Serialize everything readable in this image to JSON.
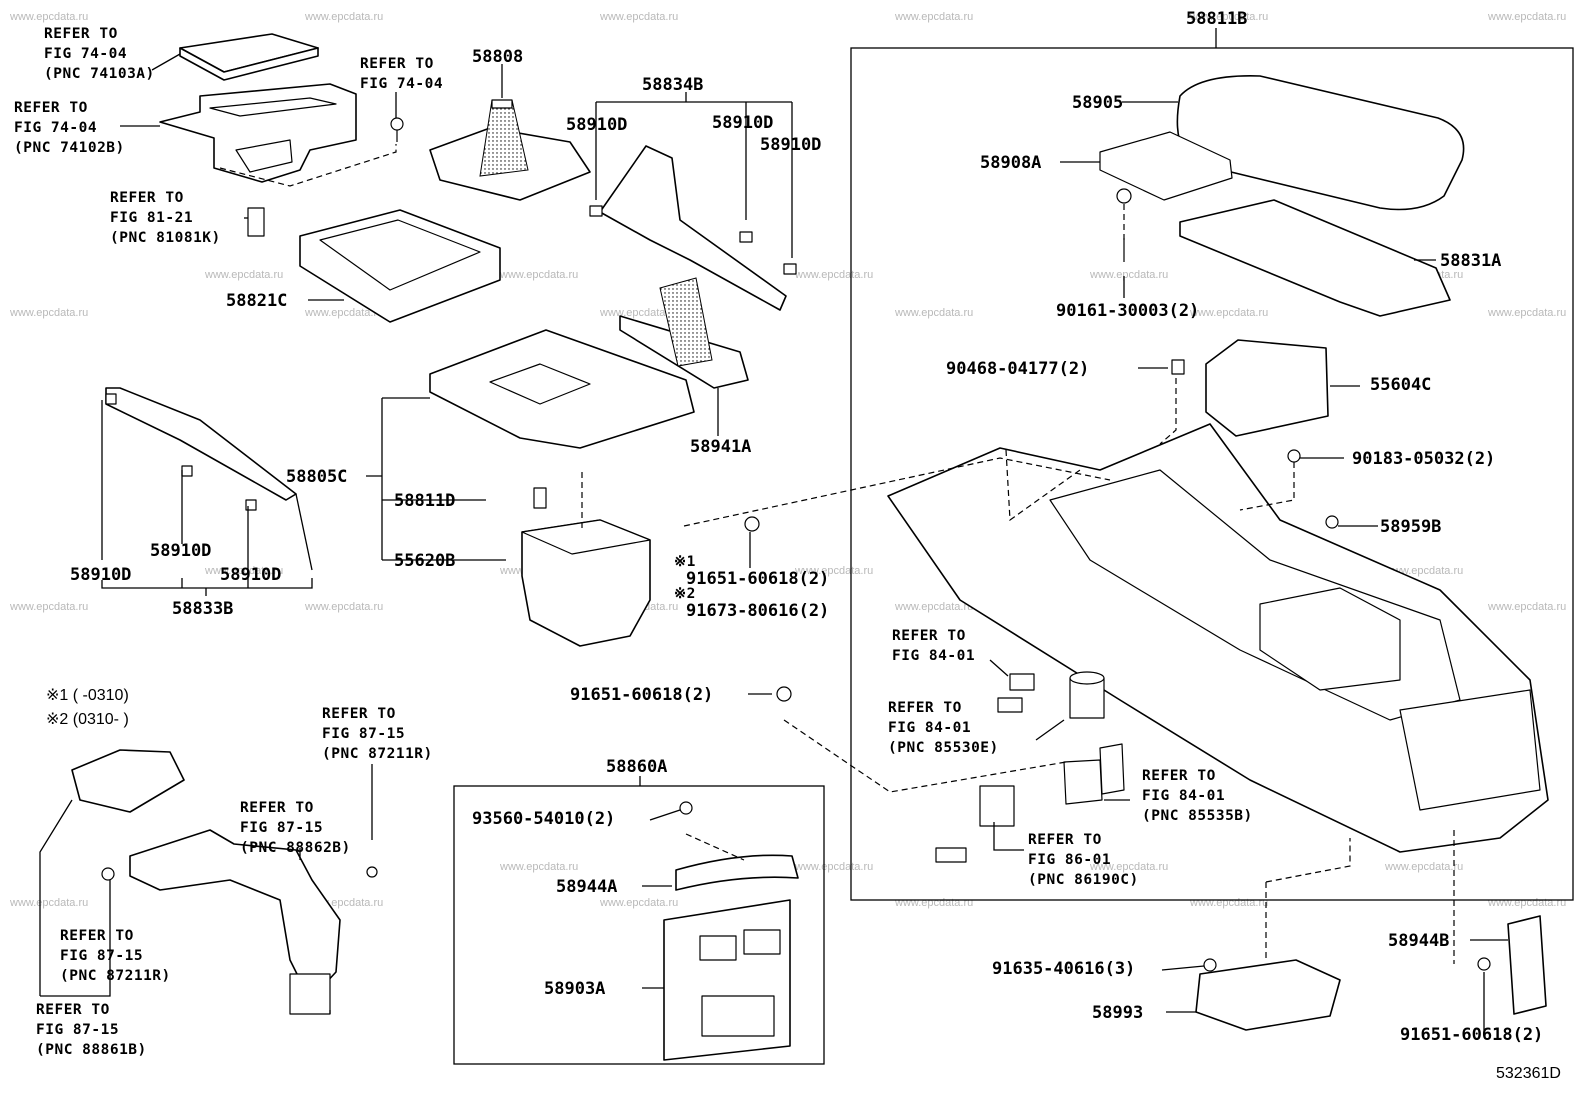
{
  "figure_code": "532361D",
  "watermark": "www.epcdata.ru",
  "legend": {
    "n1": "※1 (      -0310)",
    "n2": "※2 (0310-      )"
  },
  "marks": {
    "m1": "※1",
    "m2": "※2"
  },
  "parts": {
    "p58811B": "58811B",
    "p58808": "58808",
    "p58834B": "58834B",
    "p58910D_a": "58910D",
    "p58910D_b": "58910D",
    "p58910D_c": "58910D",
    "p58905": "58905",
    "p58908A": "58908A",
    "p58831A": "58831A",
    "p90161": "90161-30003(2)",
    "p90468": "90468-04177(2)",
    "p55604C": "55604C",
    "p90183": "90183-05032(2)",
    "p58959B": "58959B",
    "p58821C": "58821C",
    "p58941A": "58941A",
    "p58805C": "58805C",
    "p58811D": "58811D",
    "p55620B": "55620B",
    "p91651_a": "91651-60618(2)",
    "p91673": "91673-80616(2)",
    "p58910D_d": "58910D",
    "p58910D_e": "58910D",
    "p58910D_f": "58910D",
    "p58833B": "58833B",
    "p91651_b": "91651-60618(2)",
    "p58860A": "58860A",
    "p93560": "93560-54010(2)",
    "p58944A": "58944A",
    "p58903A": "58903A",
    "p58944B": "58944B",
    "p91635": "91635-40616(3)",
    "p58993": "58993",
    "p91651_c": "91651-60618(2)"
  },
  "refs": {
    "r1": [
      "REFER TO",
      "FIG 74-04",
      "(PNC 74103A)"
    ],
    "r2": [
      "REFER TO",
      "FIG 74-04",
      "(PNC 74102B)"
    ],
    "r3": [
      "REFER TO",
      "FIG 74-04"
    ],
    "r4": [
      "REFER TO",
      "FIG 81-21",
      "(PNC 81081K)"
    ],
    "r5": [
      "REFER TO",
      "FIG 84-01"
    ],
    "r6": [
      "REFER TO",
      "FIG 84-01",
      "(PNC 85530E)"
    ],
    "r7": [
      "REFER TO",
      "FIG 84-01",
      "(PNC 85535B)"
    ],
    "r8": [
      "REFER TO",
      "FIG 86-01",
      "(PNC 86190C)"
    ],
    "r9": [
      "REFER TO",
      "FIG 87-15",
      "(PNC 87211R)"
    ],
    "r10": [
      "REFER TO",
      "FIG 87-15",
      "(PNC 88862B)"
    ],
    "r11": [
      "REFER TO",
      "FIG 87-15",
      "(PNC 87211R)"
    ],
    "r12": [
      "REFER TO",
      "FIG 87-15",
      "(PNC 88861B)"
    ]
  }
}
